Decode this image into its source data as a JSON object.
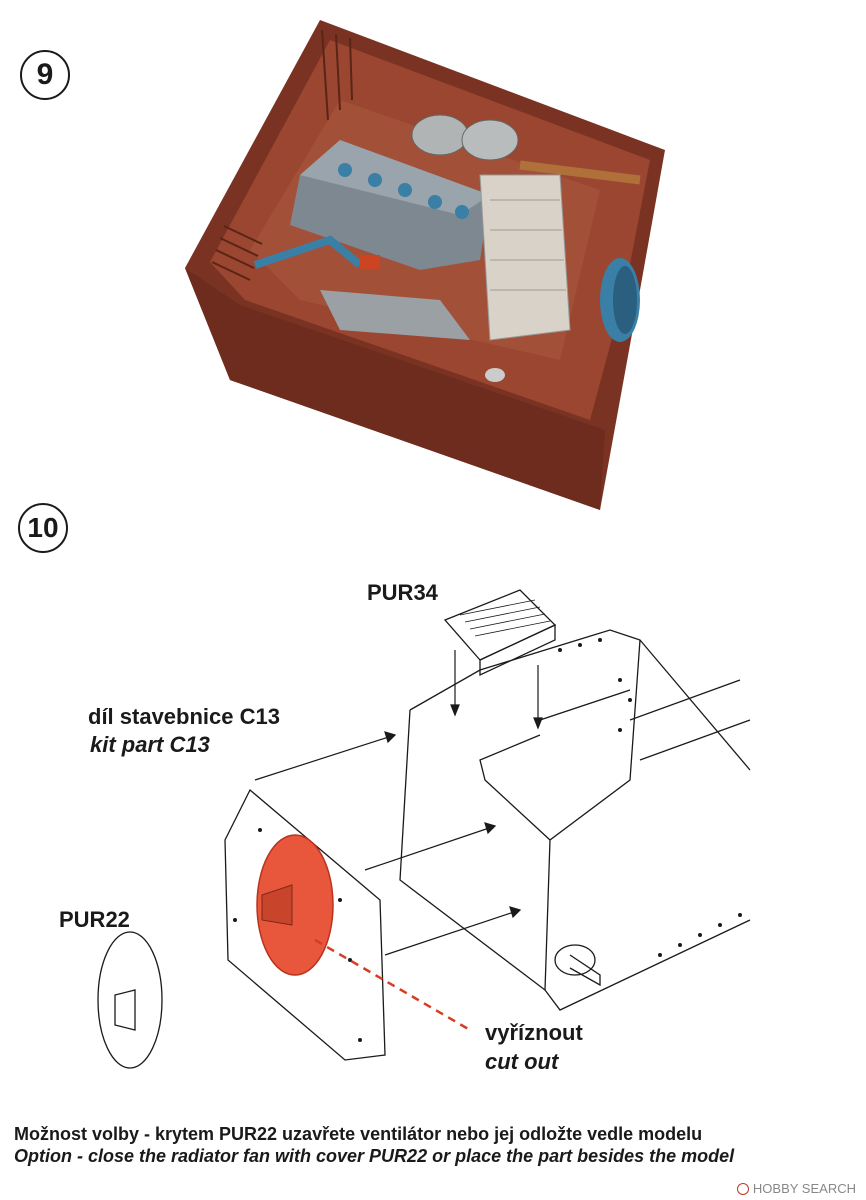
{
  "steps": {
    "step9": "9",
    "step10": "10"
  },
  "labels": {
    "pur34": "PUR34",
    "kit_part_cz": "díl stavebnice C13",
    "kit_part_en": "kit part C13",
    "pur22": "PUR22",
    "cut_cz": "vyříznout",
    "cut_en": "cut out"
  },
  "captions": {
    "cz": "Možnost volby - krytem PUR22 uzavřete ventilátor nebo jej odložte vedle modelu",
    "en": "Option - close the radiator fan with cover PUR22 or place the part besides the model"
  },
  "watermark": "HOBBY SEARCH",
  "colors": {
    "hull_brown": "#8a3a2a",
    "engine_grey": "#7e8890",
    "accent_blue": "#3a7fa6",
    "highlight_orange": "#e8563c",
    "cut_line": "#d63d22"
  }
}
